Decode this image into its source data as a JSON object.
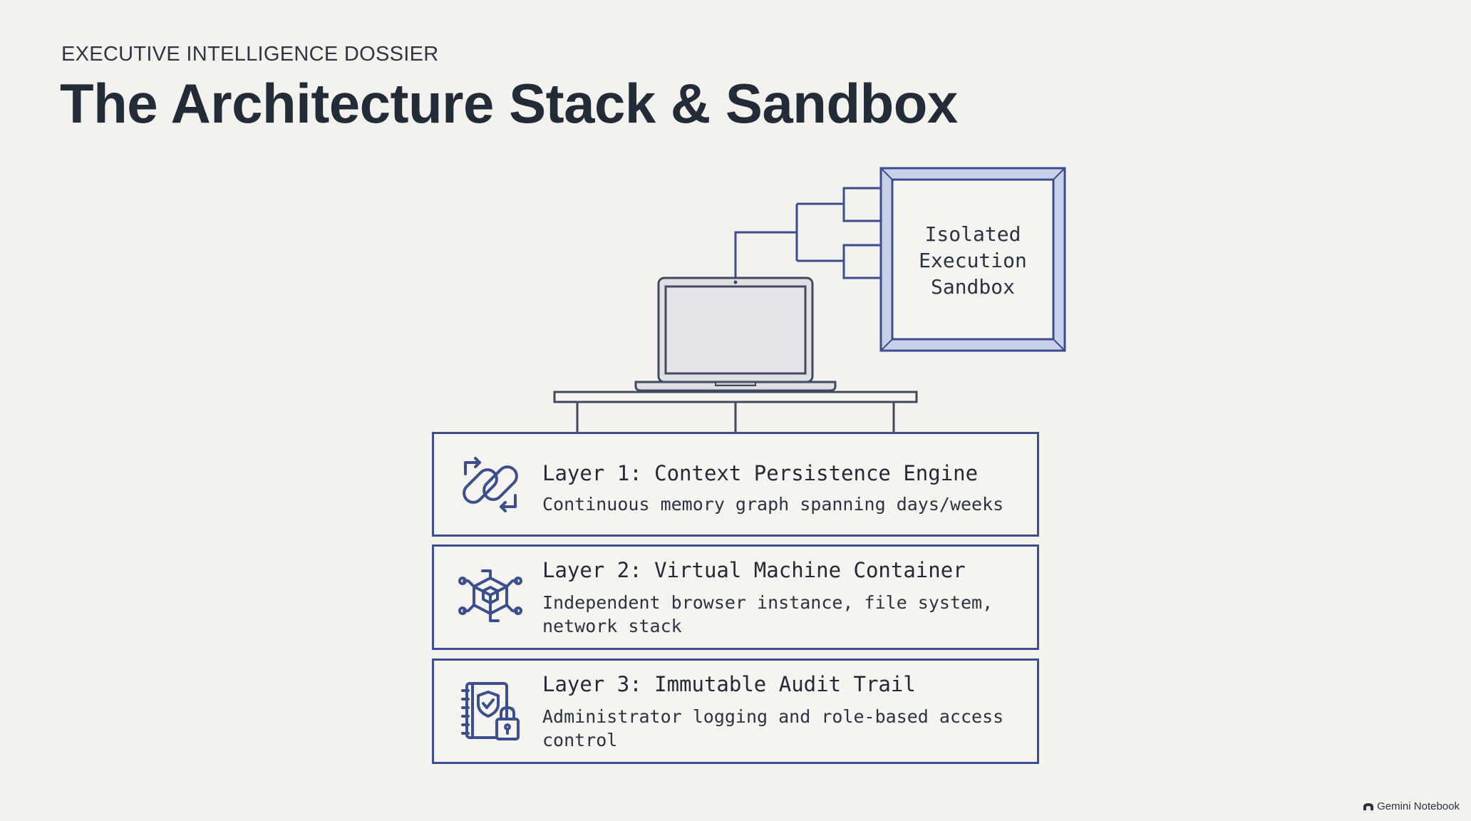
{
  "header": {
    "eyebrow": "EXECUTIVE INTELLIGENCE DOSSIER",
    "title": "The Architecture Stack & Sandbox"
  },
  "sandbox": {
    "label": "Isolated\nExecution\nSandbox"
  },
  "layers": [
    {
      "title": "Layer 1: Context Persistence Engine",
      "description": "Continuous memory graph spanning days/weeks",
      "icon": "chain-link-sync-icon"
    },
    {
      "title": "Layer 2: Virtual Machine Container",
      "description": "Independent browser instance, file system, network stack",
      "icon": "cube-circuit-icon"
    },
    {
      "title": "Layer 3: Immutable Audit Trail",
      "description": "Administrator logging and role-based access control",
      "icon": "notebook-shield-lock-icon"
    }
  ],
  "footer": {
    "brand": "Gemini Notebook"
  },
  "colors": {
    "background": "#f3f2ef",
    "accent": "#3a4f8e",
    "sandbox_frame": "#c9d0ea",
    "text": "#222b38"
  }
}
